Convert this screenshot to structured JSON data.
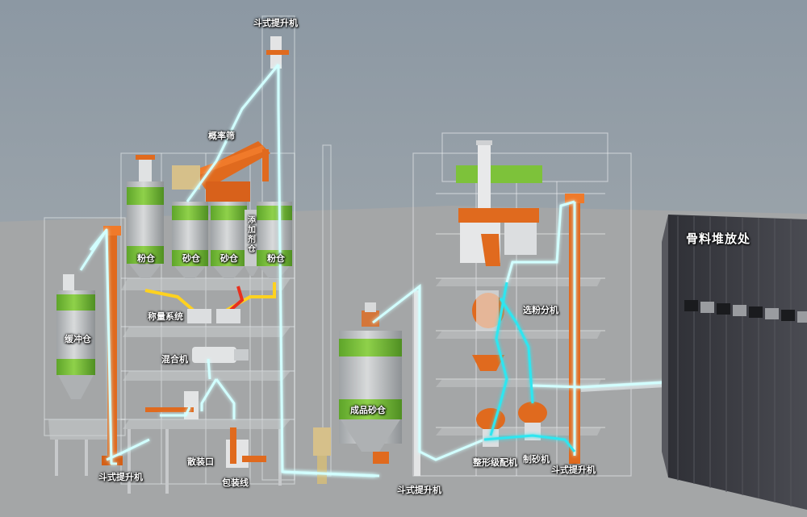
{
  "labels": {
    "top_elevator": "斗式提升机",
    "splitter": "概率筛",
    "powder_bin": "粉仓",
    "sand_bin_1": "砂仓",
    "sand_bin_2": "砂仓",
    "additive_bin": "添加剂仓",
    "powder_bin_2": "粉仓",
    "buffer_bin": "缓冲仓",
    "weighing_system": "称量系统",
    "mixer": "混合机",
    "bulk_outlet": "散装口",
    "packing_line": "包装线",
    "left_elevator": "斗式提升机",
    "finished_sand_bin": "成品砂仓",
    "mid_elevator": "斗式提升机",
    "classifier": "选粉分机",
    "shaping_machine": "整形级配机",
    "sand_maker": "制砂机",
    "right_elevator": "斗式提升机",
    "aggregate_yard": "骨料堆放处"
  },
  "colors": {
    "sky": "#8f9ba6",
    "ground": "#a3a5a6",
    "flow_line": "#c8ffff",
    "flow_cyan": "#2ee6f0",
    "orange": "#e06a1e",
    "green": "#7dc23a",
    "silo": "#b9bcbe",
    "building": "#3d3e44"
  }
}
